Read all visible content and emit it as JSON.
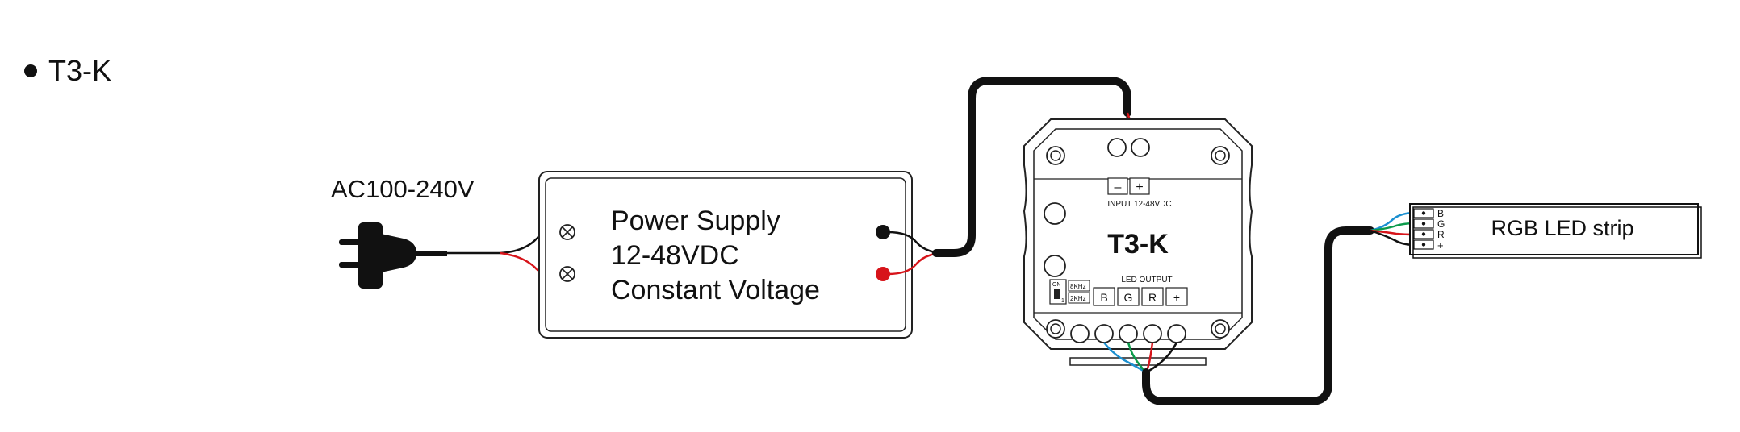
{
  "heading": "T3-K",
  "ac_label": "AC100-240V",
  "power_supply": {
    "line1": "Power Supply",
    "line2": "12-48VDC",
    "line3": "Constant Voltage"
  },
  "controller": {
    "name": "T3-K",
    "input_minus": "–",
    "input_plus": "+",
    "input_label": "INPUT 12-48VDC",
    "output_label": "LED OUTPUT",
    "out_b": "B",
    "out_g": "G",
    "out_r": "R",
    "out_plus": "+",
    "switch_on": "ON",
    "switch_1": "1",
    "freq_high": "8KHz",
    "freq_low": "2KHz"
  },
  "led_strip": {
    "label": "RGB LED strip",
    "pin_b": "B",
    "pin_g": "G",
    "pin_r": "R",
    "pin_plus": "+"
  },
  "colors": {
    "wire_black": "#111111",
    "wire_red": "#d7141a",
    "wire_blue": "#1a8fd0",
    "wire_green": "#0a9a4a"
  }
}
